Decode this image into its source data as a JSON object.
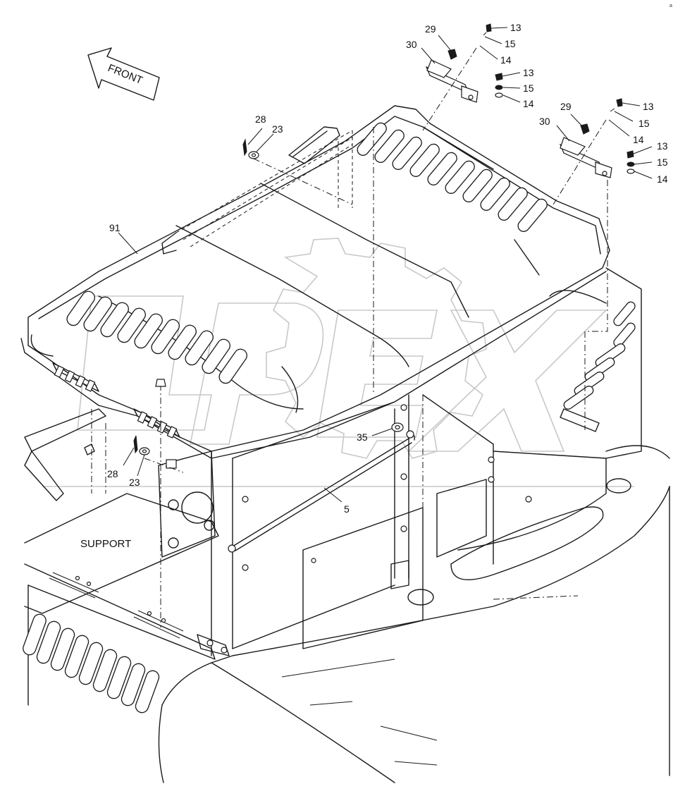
{
  "direction_arrow": {
    "label": "FRONT"
  },
  "area_label": "SUPPORT",
  "corner_mark": "a",
  "callouts": {
    "p13_a": "13",
    "p15_a": "15",
    "p14_a": "14",
    "p13_b": "13",
    "p15_b": "15",
    "p14_b": "14",
    "p13_c": "13",
    "p15_c": "15",
    "p14_c": "14",
    "p13_d": "13",
    "p15_d": "15",
    "p14_d": "14",
    "p29_a": "29",
    "p30_a": "30",
    "p29_b": "29",
    "p30_b": "30",
    "p28_a": "28",
    "p23_a": "23",
    "p28_b": "28",
    "p23_b": "23",
    "p91": "91",
    "p35": "35",
    "p5": "5"
  },
  "colors": {
    "line": "#1a1a1a",
    "watermark": "#c8c8c8",
    "background": "#ffffff"
  }
}
